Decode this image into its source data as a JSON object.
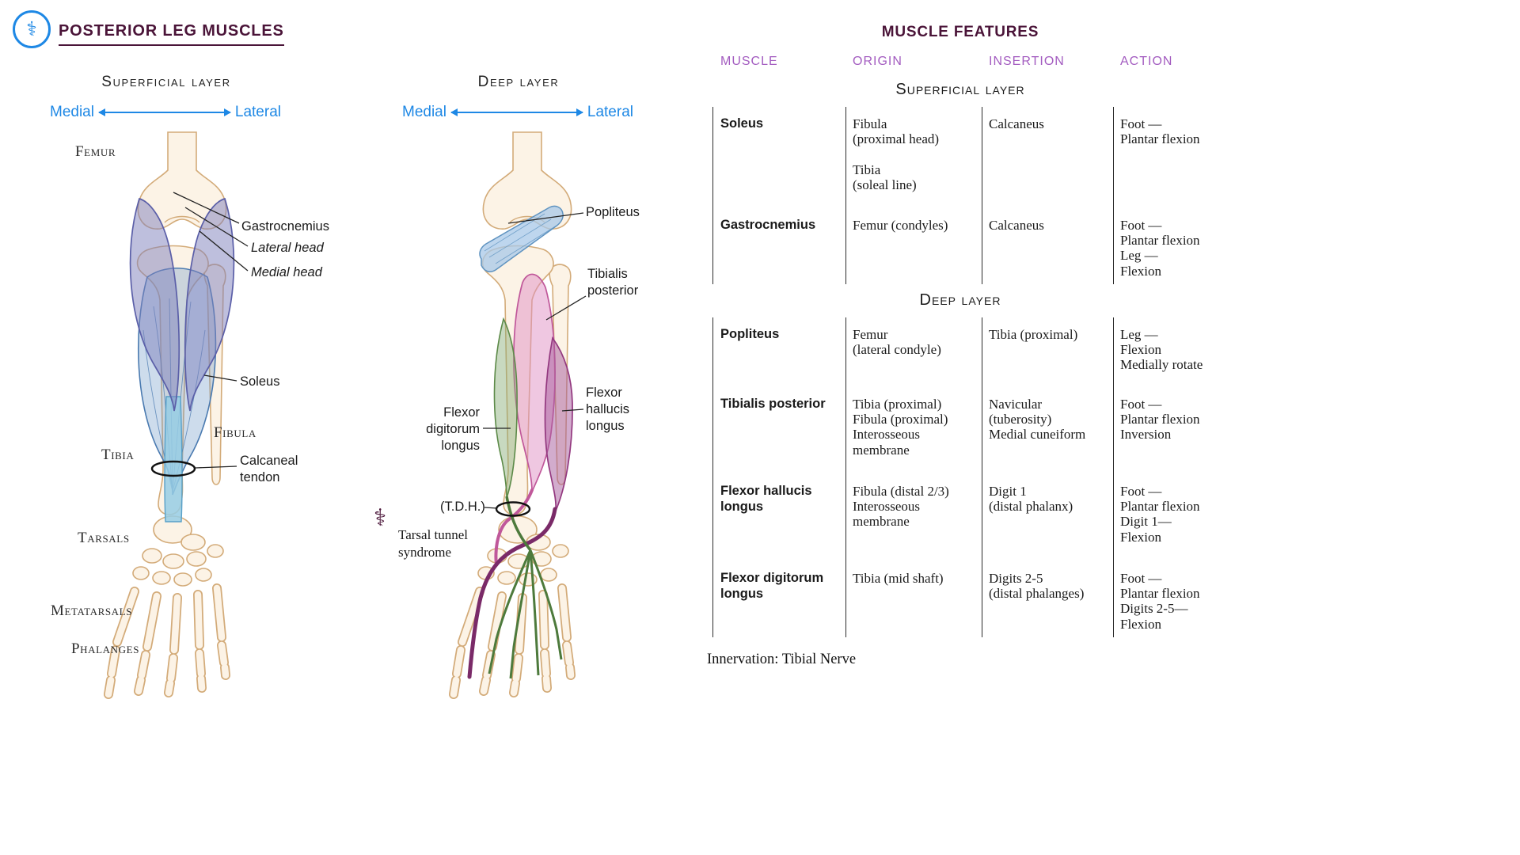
{
  "header": {
    "title": "POSTERIOR LEG MUSCLES",
    "logo_icon": "caduceus-icon"
  },
  "panels": {
    "superficial": {
      "heading": "Superficial layer",
      "direction": {
        "left": "Medial",
        "right": "Lateral"
      },
      "labels": {
        "femur": "Femur",
        "gastrocnemius": "Gastrocnemius",
        "lateral_head": "Lateral head",
        "medial_head": "Medial head",
        "soleus": "Soleus",
        "fibula": "Fibula",
        "tibia": "Tibia",
        "calcaneal_tendon": "Calcaneal\ntendon",
        "tarsals": "Tarsals",
        "metatarsals": "Metatarsals",
        "phalanges": "Phalanges"
      }
    },
    "deep": {
      "heading": "Deep layer",
      "direction": {
        "left": "Medial",
        "right": "Lateral"
      },
      "labels": {
        "popliteus": "Popliteus",
        "tibialis_posterior": "Tibialis\nposterior",
        "flexor_hallucis_longus": "Flexor\nhallucis\nlongus",
        "flexor_digitorum_longus": "Flexor\ndigitorum\nlongus",
        "tdh": "(T.D.H.)",
        "tarsal_tunnel": "Tarsal tunnel\nsyndrome"
      }
    }
  },
  "table": {
    "title": "MUSCLE FEATURES",
    "columns": [
      "MUSCLE",
      "ORIGIN",
      "INSERTION",
      "ACTION"
    ],
    "sections": [
      {
        "heading": "Superficial layer",
        "rows": [
          {
            "muscle": "Soleus",
            "origin": "Fibula\n(proximal head)\n\nTibia\n(soleal line)",
            "insertion": "Calcaneus",
            "action": "Foot —\nPlantar flexion"
          },
          {
            "muscle": "Gastrocnemius",
            "origin": "Femur (condyles)",
            "insertion": "Calcaneus",
            "action": "Foot —\nPlantar flexion\nLeg —\nFlexion"
          }
        ]
      },
      {
        "heading": "Deep layer",
        "rows": [
          {
            "muscle": "Popliteus",
            "origin": "Femur\n(lateral condyle)",
            "insertion": "Tibia (proximal)",
            "action": "Leg —\nFlexion\nMedially rotate"
          },
          {
            "muscle": "Tibialis posterior",
            "origin": "Tibia (proximal)\nFibula (proximal)\nInterosseous\nmembrane",
            "insertion": "Navicular\n(tuberosity)\nMedial cuneiform",
            "action": "Foot —\nPlantar flexion\nInversion"
          },
          {
            "muscle": "Flexor hallucis\nlongus",
            "origin": "Fibula (distal 2/3)\nInterosseous\nmembrane",
            "insertion": "Digit 1\n(distal phalanx)",
            "action": "Foot —\nPlantar flexion\nDigit 1—\nFlexion"
          },
          {
            "muscle": "Flexor digitorum\nlongus",
            "origin": "Tibia (mid shaft)",
            "insertion": "Digits 2-5\n(distal phalanges)",
            "action": "Foot —\nPlantar flexion\nDigits 2-5—\nFlexion"
          }
        ]
      }
    ],
    "footer": "Innervation: Tibial Nerve"
  },
  "colors": {
    "accent_blue": "#1e88e5",
    "title_maroon": "#4a1438",
    "column_header_purple": "#a35cc0",
    "muscles": {
      "gastrocnemius": "#7d80bc",
      "soleus": "#6f9cc9",
      "calcaneal_tendon": "#96cde4",
      "popliteus": "#a8c8e8",
      "tibialis_posterior": "#df8fc3",
      "flexor_hallucis_longus": "#a55a9b",
      "flexor_digitorum_longus": "#86ab73"
    }
  }
}
